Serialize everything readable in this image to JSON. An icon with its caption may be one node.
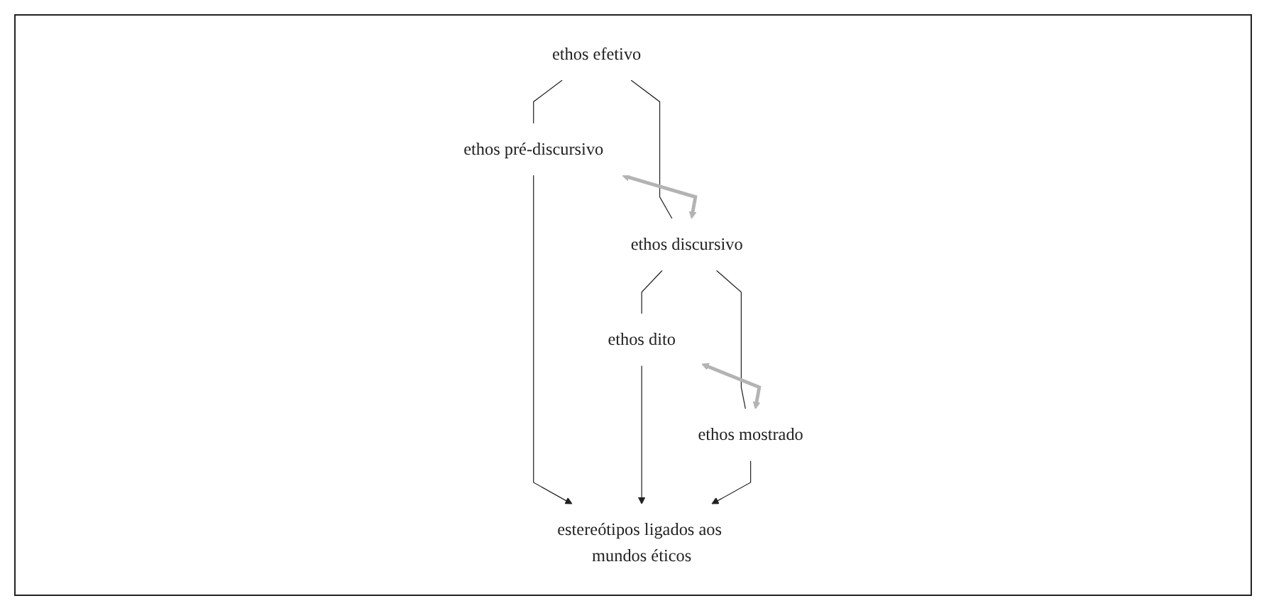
{
  "diagram": {
    "nodes": [
      {
        "text": [
          "ethos efetivo"
        ]
      },
      {
        "text": [
          "ethos pré-discursivo"
        ]
      },
      {
        "text": [
          "ethos discursivo"
        ]
      },
      {
        "text": [
          "ethos dito"
        ]
      },
      {
        "text": [
          "ethos mostrado"
        ]
      },
      {
        "text": [
          "estereótipos ligados aos mundos éticos"
        ]
      }
    ],
    "edges": [
      {
        "from": 0,
        "to": 1,
        "arrow": "none"
      },
      {
        "from": 0,
        "to": 2,
        "arrow": "none"
      },
      {
        "from": 1,
        "to": 2,
        "arrow": "both",
        "style": "thick",
        "color": "#b3b3b3"
      },
      {
        "from": 2,
        "to": 3,
        "arrow": "none"
      },
      {
        "from": 2,
        "to": 4,
        "arrow": "none"
      },
      {
        "from": 3,
        "to": 4,
        "arrow": "both",
        "style": "thick",
        "color": "#b3b3b3"
      },
      {
        "from": 1,
        "to": 5,
        "arrow": "to"
      },
      {
        "from": 3,
        "to": 5,
        "arrow": "to"
      },
      {
        "from": 4,
        "to": 5,
        "arrow": "to"
      }
    ]
  }
}
